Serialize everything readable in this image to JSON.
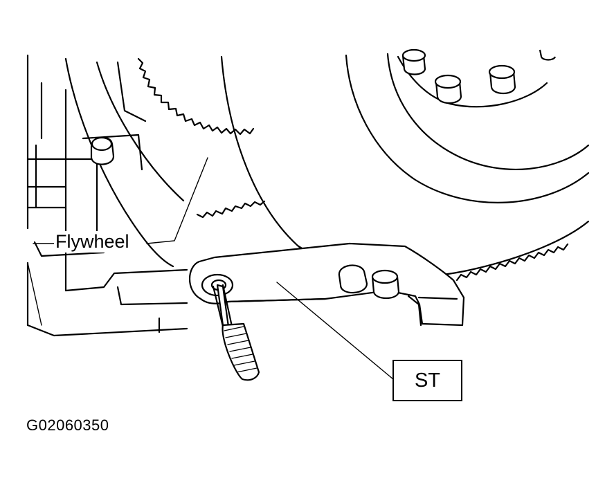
{
  "labels": {
    "flywheel": "Flywheel",
    "special_tool": "ST",
    "figure_code": "G02060350"
  },
  "colors": {
    "ink": "#000000",
    "paper": "#ffffff"
  }
}
